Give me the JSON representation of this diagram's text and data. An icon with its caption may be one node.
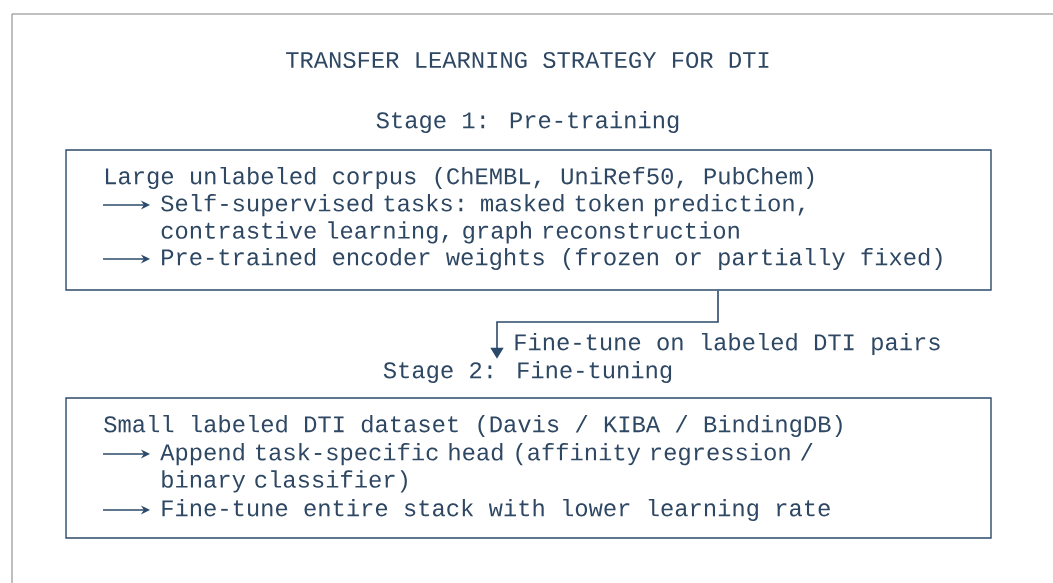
{
  "diagram": {
    "title": "TRANSFER LEARNING STRATEGY FOR DTI",
    "nodes": [
      {
        "text": [
          "Stage 1: Pre-training",
          "Large unlabeled corpus (ChEMBL, UniRef50, PubChem)",
          "Self-supervised tasks: masked token prediction, contrastive learning, graph reconstruction",
          "Pre-trained encoder weights (frozen or partially fixed)"
        ]
      },
      {
        "text": [
          "Stage 2: Fine-tuning",
          "Small labeled DTI dataset (Davis / KIBA / BindingDB)",
          "Append task-specific head (affinity regression / binary classifier)",
          "Fine-tune entire stack with lower learning rate"
        ]
      }
    ],
    "edges": [
      {
        "from": 0,
        "to": 1,
        "arrow": "to",
        "label": "Fine-tune on labeled DTI pairs"
      }
    ]
  }
}
